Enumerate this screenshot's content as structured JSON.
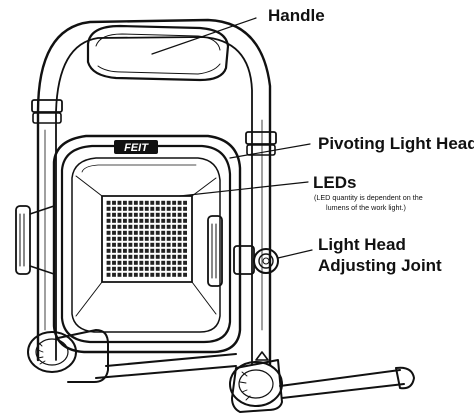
{
  "labels": {
    "handle": "Handle",
    "pivoting_light_head": "Pivoting Light Head",
    "leds": "LEDs",
    "leds_note_line1": "(LED quantity is dependent on the",
    "leds_note_line2": "lumens of the work light.)",
    "joint_line1": "Light Head",
    "joint_line2": "Adjusting Joint"
  },
  "logo_text": "FEIT",
  "led_grid": {
    "rows": 13,
    "cols": 15
  }
}
